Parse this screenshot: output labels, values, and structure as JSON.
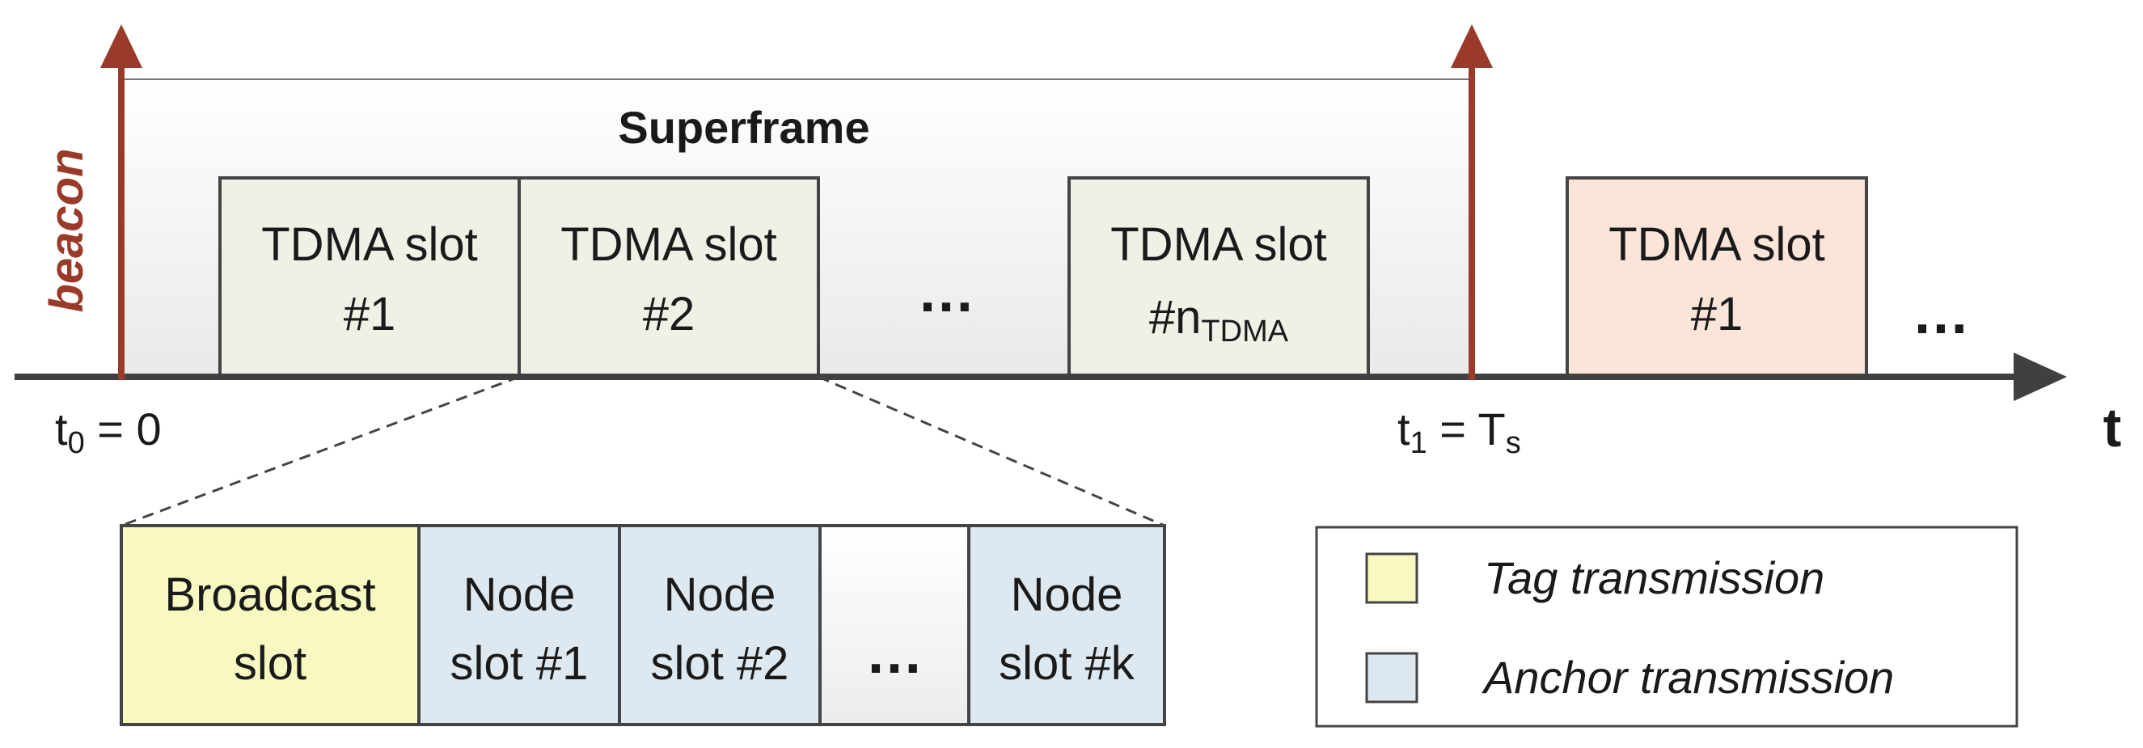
{
  "superframe": {
    "label": "Superframe",
    "beacon_label": "beacon",
    "t0_label": "t",
    "t0_sub": "0",
    "t0_suffix": " = 0",
    "t1_label": "t",
    "t1_sub": "1",
    "t1_mid": " = T",
    "t1_sub2": "s",
    "axis_label": "t",
    "ellipsis_mid": "…",
    "ellipsis_end": "…"
  },
  "tdma_slots": [
    {
      "line1": "TDMA slot",
      "line2": "#1"
    },
    {
      "line1": "TDMA slot",
      "line2": "#2"
    },
    {
      "line1": "TDMA slot",
      "line2_main": "#n",
      "line2_sub": "TDMA"
    },
    {
      "line1": "TDMA slot",
      "line2": "#1"
    }
  ],
  "sub_slots": [
    {
      "line1": "Broadcast",
      "line2": "slot"
    },
    {
      "line1": "Node",
      "line2": "slot #1"
    },
    {
      "line1": "Node",
      "line2": "slot #2"
    },
    {
      "ellipsis": "…"
    },
    {
      "line1": "Node",
      "line2": "slot #k"
    }
  ],
  "legend": {
    "items": [
      {
        "label": "Tag transmission",
        "color": "#f8f9c0"
      },
      {
        "label": "Anchor transmission",
        "color": "#dde8f1"
      }
    ]
  },
  "colors": {
    "arrow": "#993a2a",
    "axis": "#404040",
    "tdma_fill": "#edf1e6",
    "tdma_next_fill": "#fae5d8",
    "broadcast_fill": "#f8f9c0",
    "node_fill": "#dde8f1"
  }
}
